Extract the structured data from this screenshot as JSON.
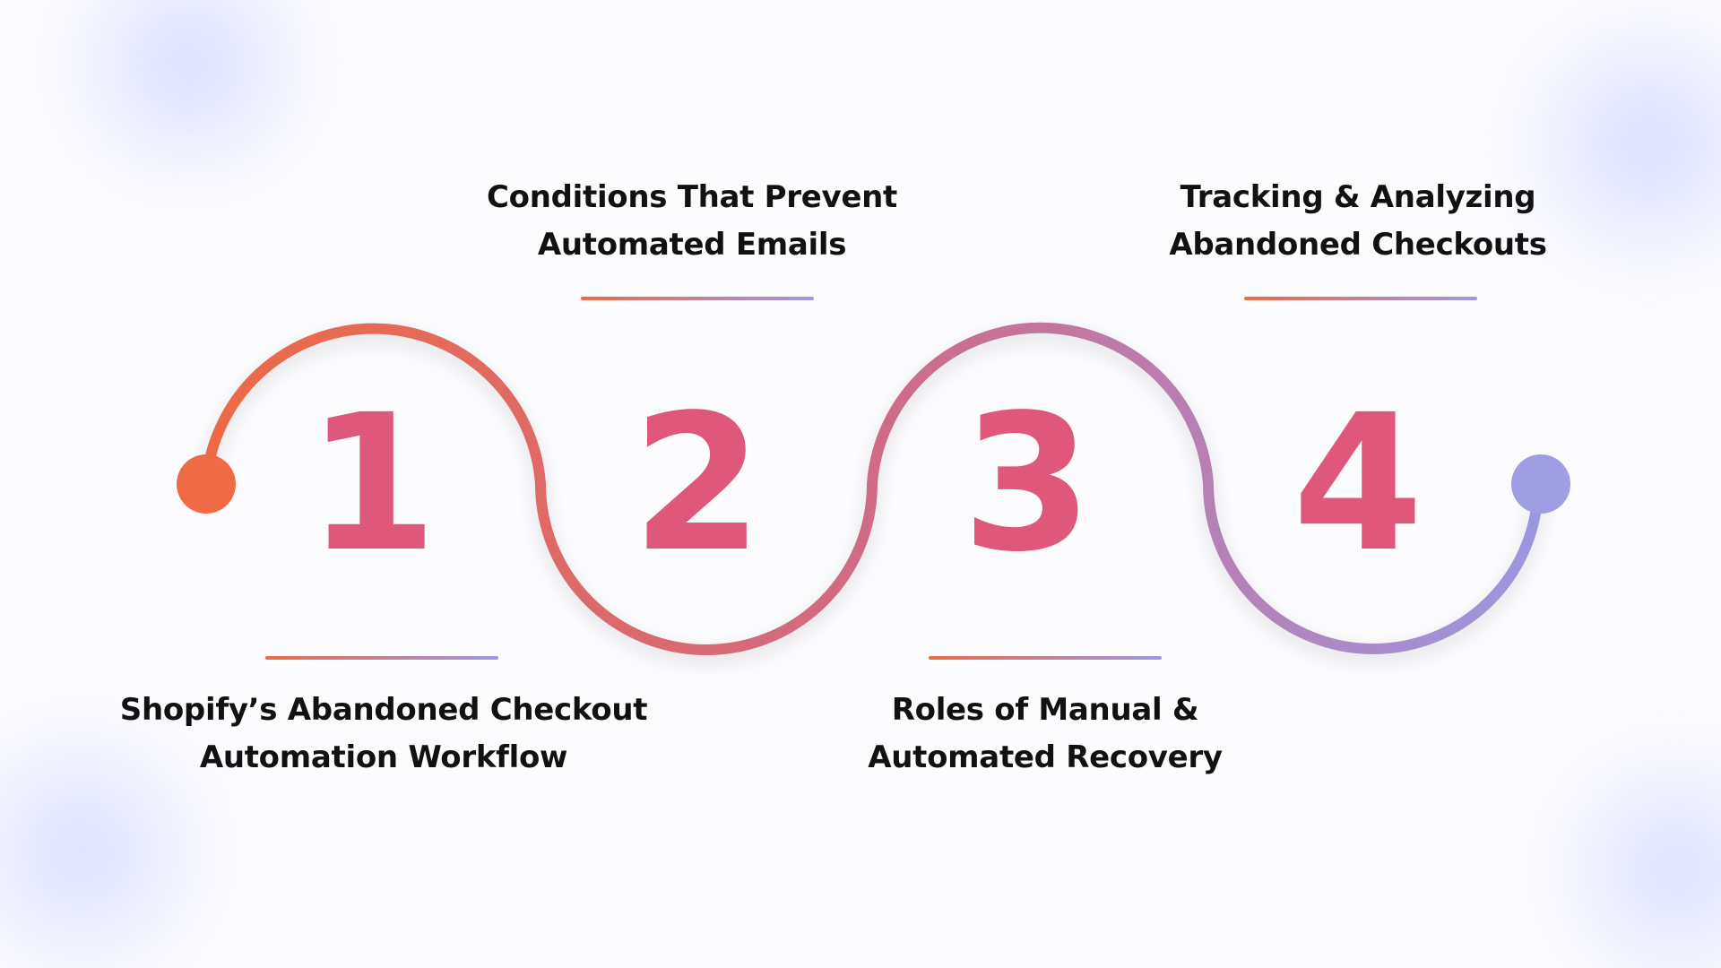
{
  "colors": {
    "number": "#e0577c",
    "path_start": "#ee6a45",
    "path_end": "#9b97e1",
    "start_dot": "#ef6a45",
    "end_dot": "#a09ee3",
    "divider_start": "#ee6a45",
    "divider_end": "#9d98e4",
    "text": "#111111"
  },
  "steps": [
    {
      "number": "1",
      "title_line1": "Shopify’s Abandoned Checkout",
      "title_line2": "Automation Workflow"
    },
    {
      "number": "2",
      "title_line1": "Conditions That Prevent",
      "title_line2": "Automated Emails"
    },
    {
      "number": "3",
      "title_line1": "Roles of Manual &",
      "title_line2": "Automated Recovery"
    },
    {
      "number": "4",
      "title_line1": "Tracking & Analyzing",
      "title_line2": "Abandoned Checkouts"
    }
  ]
}
